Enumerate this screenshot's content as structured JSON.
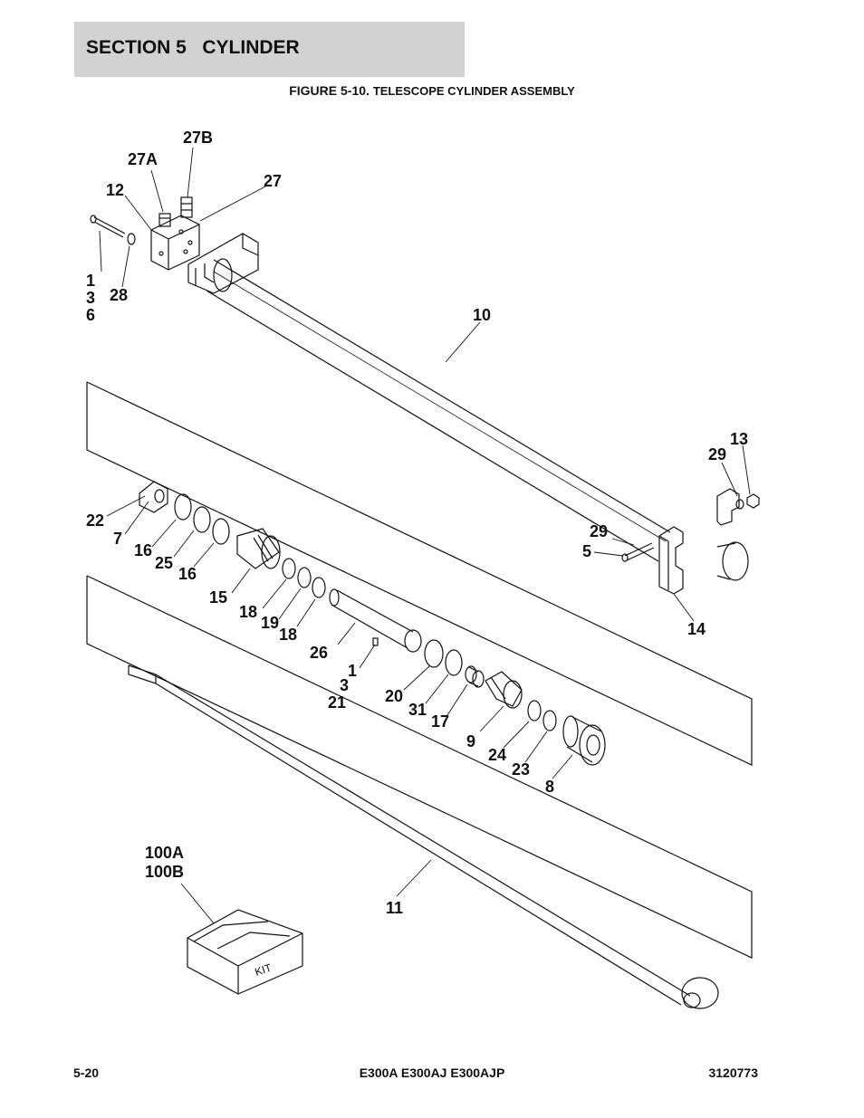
{
  "header": {
    "section_title": "SECTION 5   CYLINDER"
  },
  "figure": {
    "title_prefix": "FIGURE 5-10.",
    "title_rest": "TELESCOPE CYLINDER ASSEMBLY"
  },
  "callouts": {
    "c27B": "27B",
    "c27A": "27A",
    "c12": "12",
    "c27": "27",
    "c1a": "1",
    "c3a": "3",
    "c6": "6",
    "c28": "28",
    "c10": "10",
    "c13": "13",
    "c29a": "29",
    "c29b": "29",
    "c5": "5",
    "c14": "14",
    "c22": "22",
    "c7": "7",
    "c16a": "16",
    "c25": "25",
    "c16b": "16",
    "c15": "15",
    "c18a": "18",
    "c19": "19",
    "c18b": "18",
    "c26": "26",
    "c1b": "1",
    "c3b": "3",
    "c21": "21",
    "c20": "20",
    "c31": "31",
    "c17": "17",
    "c9": "9",
    "c24": "24",
    "c23": "23",
    "c8": "8",
    "c100A": "100A",
    "c100B": "100B",
    "c11": "11"
  },
  "kit_label": "KIT",
  "footer": {
    "page": "5-20",
    "models": "E300A E300AJ E300AJP",
    "doc_number": "3120773"
  }
}
